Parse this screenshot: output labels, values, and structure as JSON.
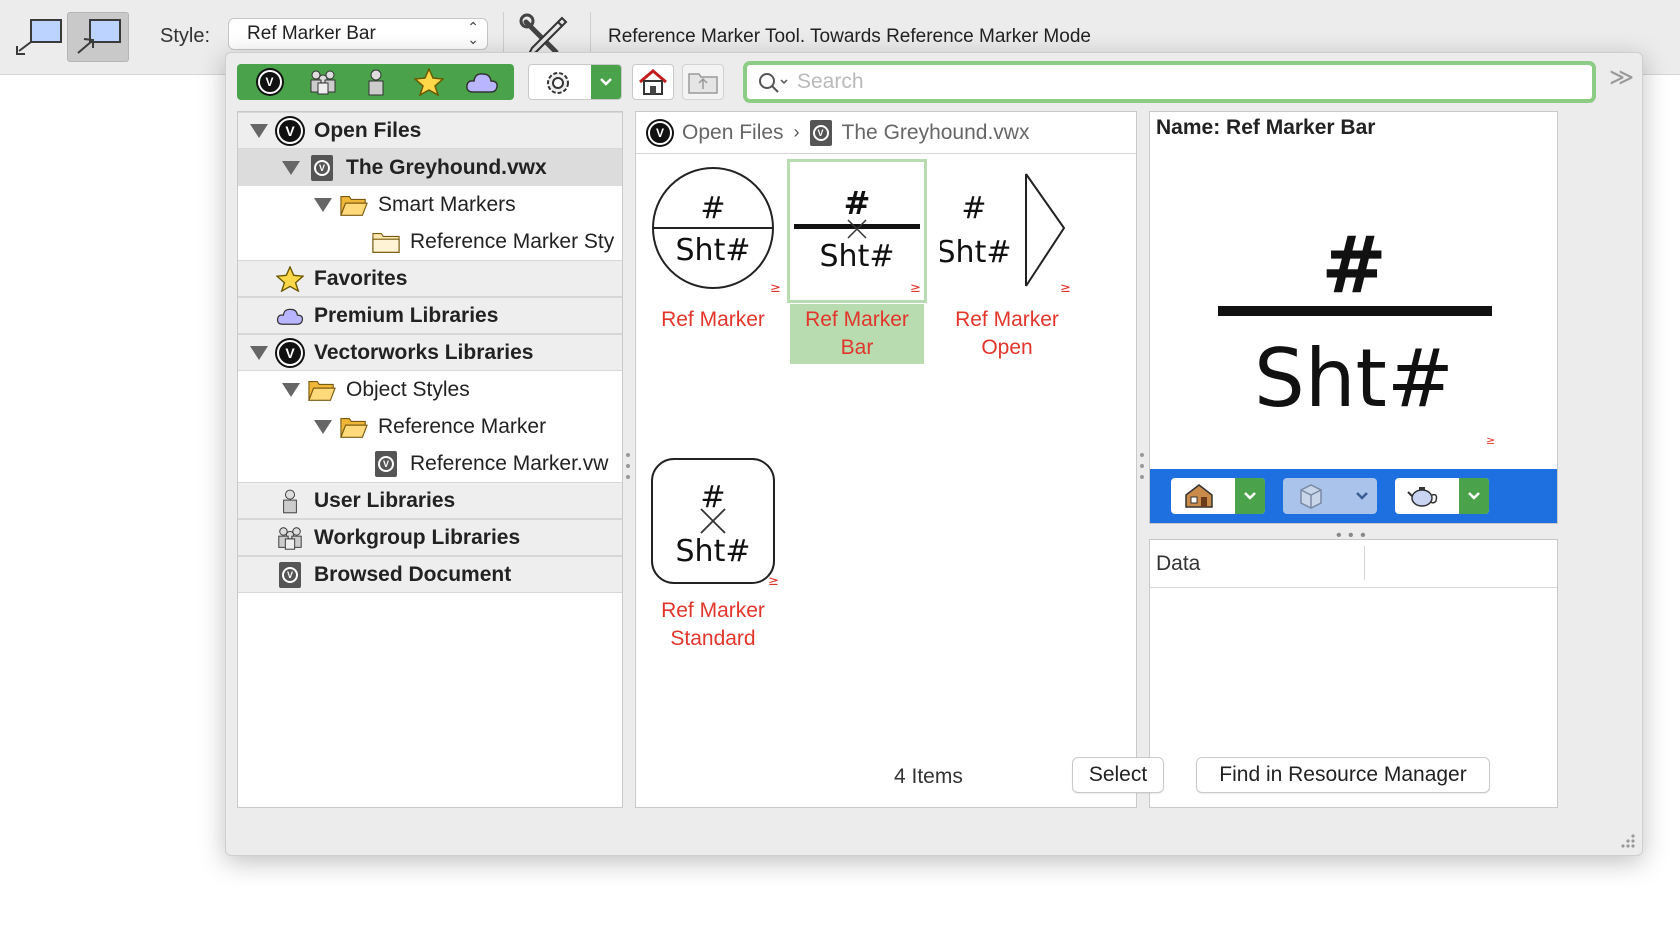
{
  "toolbar": {
    "mode_buttons": [
      {
        "icon": "marker-mode-icon",
        "active": false
      },
      {
        "icon": "towards-reference-marker-mode-icon",
        "active": true
      }
    ],
    "style_label": "Style:",
    "style_value": "Ref Marker Bar",
    "tool_icon": "pencil-wrench-icon",
    "mode_text": "Reference Marker Tool. Towards Reference Marker Mode"
  },
  "panel": {
    "library_buttons": [
      "vectorworks-logo-icon",
      "workgroup-icon",
      "user-icon",
      "favorites-star-icon",
      "cloud-icon"
    ],
    "search_placeholder": "Search",
    "search_value": "",
    "more_glyph": "≫"
  },
  "tree": [
    {
      "label": "Open Files",
      "kind": "category",
      "icon": "vectorworks-logo-icon",
      "expanded": true,
      "level": 0
    },
    {
      "label": "The Greyhound.vwx",
      "kind": "selected",
      "icon": "vwx-file-icon",
      "expanded": true,
      "level": 1
    },
    {
      "label": "Smart Markers",
      "kind": "item",
      "icon": "folder-open-icon",
      "expanded": true,
      "level": 2
    },
    {
      "label": "Reference Marker Sty",
      "kind": "item",
      "icon": "folder-icon",
      "expanded": false,
      "level": 3
    },
    {
      "label": "Favorites",
      "kind": "category",
      "icon": "star-icon",
      "expanded": false,
      "level": 0
    },
    {
      "label": "Premium Libraries",
      "kind": "category",
      "icon": "cloud-icon",
      "expanded": false,
      "level": 0
    },
    {
      "label": "Vectorworks Libraries",
      "kind": "category",
      "icon": "vectorworks-logo-icon",
      "expanded": true,
      "level": 0
    },
    {
      "label": "Object Styles",
      "kind": "item",
      "icon": "folder-open-icon",
      "expanded": true,
      "level": 1
    },
    {
      "label": "Reference Marker",
      "kind": "item",
      "icon": "folder-open-icon",
      "expanded": true,
      "level": 2
    },
    {
      "label": "Reference Marker.vw",
      "kind": "item",
      "icon": "vwx-file-icon",
      "expanded": false,
      "level": 3
    },
    {
      "label": "User Libraries",
      "kind": "category",
      "icon": "user-icon",
      "expanded": false,
      "level": 0
    },
    {
      "label": "Workgroup Libraries",
      "kind": "category",
      "icon": "workgroup-icon",
      "expanded": false,
      "level": 0
    },
    {
      "label": "Browsed Document",
      "kind": "category",
      "icon": "vwx-file-icon",
      "expanded": false,
      "level": 0
    }
  ],
  "breadcrumb": {
    "root": "Open Files",
    "separator": "›",
    "current": "The Greyhound.vwx"
  },
  "resources": [
    {
      "label": "Ref Marker",
      "thumb": "circle",
      "selected": false
    },
    {
      "label": "Ref Marker Bar",
      "thumb": "bar",
      "selected": true
    },
    {
      "label": "Ref Marker Open",
      "thumb": "open",
      "selected": false
    },
    {
      "label": "Ref Marker Standard",
      "thumb": "standard",
      "selected": false
    }
  ],
  "thumb_text": {
    "number": "#",
    "sheet": "Sht#",
    "badge": "≥"
  },
  "preview": {
    "name_label": "Name: Ref Marker Bar",
    "number": "#",
    "sheet": "Sht#",
    "badge": "≥",
    "render_buttons": [
      {
        "icon": "shaded-house-icon",
        "enabled": true
      },
      {
        "icon": "wireframe-cube-icon",
        "enabled": false
      },
      {
        "icon": "teapot-render-icon",
        "enabled": true
      }
    ]
  },
  "data_panel": {
    "header": "Data"
  },
  "footer": {
    "count": "4 Items",
    "select_button": "Select",
    "find_button": "Find in Resource Manager"
  },
  "colors": {
    "accent_green": "#4aa34a",
    "search_border": "#8dcc84",
    "resource_label": "#e2352b",
    "selection_green": "#b8dcb0",
    "preview_bar": "#1e6fe0"
  }
}
